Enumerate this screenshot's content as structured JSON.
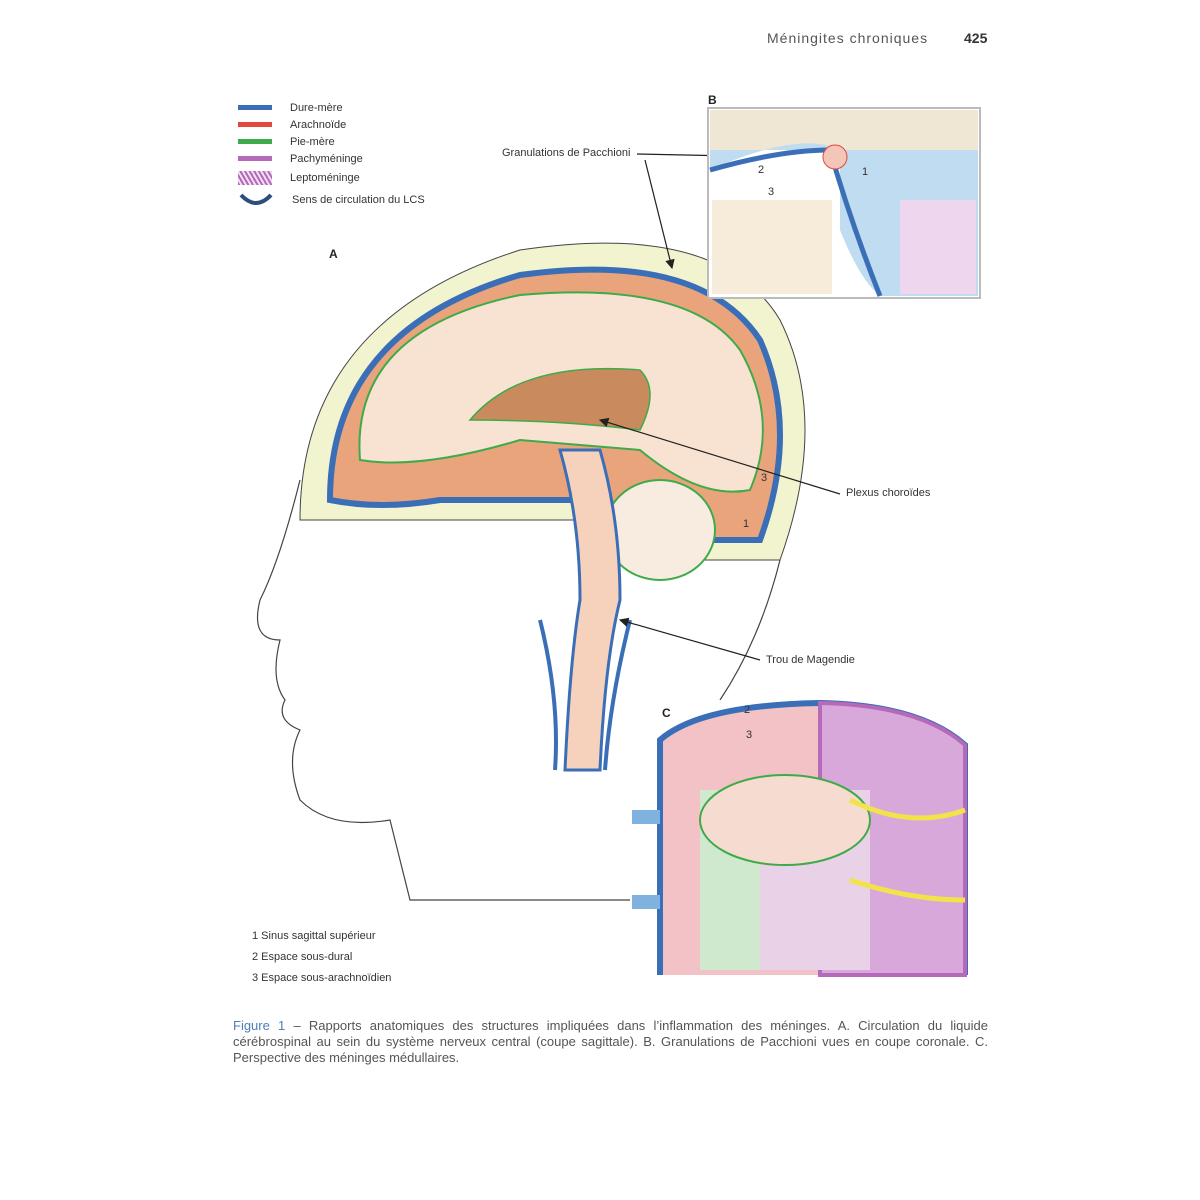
{
  "header": {
    "running_title": "Méningites chroniques",
    "page_number": "425"
  },
  "legend": {
    "items": [
      {
        "label": "Dure-mère",
        "color": "#3a6fb8"
      },
      {
        "label": "Arachnoïde",
        "color": "#e2493c"
      },
      {
        "label": "Pie-mère",
        "color": "#3faa4a"
      },
      {
        "label": "Pachyméninge",
        "color": "#b46ab8"
      },
      {
        "label": "Leptoméninge",
        "color": "#b46ab8"
      },
      {
        "label": "Sens de circulation du LCS",
        "color": "#2a4f7c"
      }
    ]
  },
  "figure": {
    "panel_a": "A",
    "panel_b": "B",
    "panel_c": "C",
    "labels": {
      "pacchioni": "Granulations de Pacchioni",
      "plexus": "Plexus choroïdes",
      "magendie": "Trou de Magendie"
    },
    "numbers": {
      "one": "1",
      "two": "2",
      "three": "3"
    },
    "key": [
      "1 Sinus sagittal supérieur",
      "2 Espace sous-dural",
      "3 Espace sous-arachnoïdien"
    ]
  },
  "caption": {
    "figure_label": "Figure 1",
    "text": " – Rapports anatomiques des structures impliquées dans l’inflammation des méninges. A. Circulation du liquide cérébrospinal au sein du système nerveux central (coupe sagittale). B. Granulations de Pacchioni vues en coupe coronale. C. Perspective des méninges médullaires."
  }
}
